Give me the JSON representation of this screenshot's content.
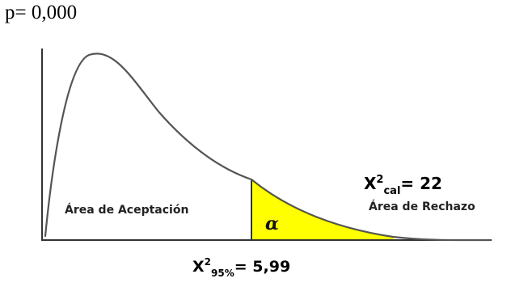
{
  "p_value_text": "p= 0,000",
  "regions": {
    "acceptance_label": "Área de Aceptación",
    "rejection_label": "Área de Rechazo",
    "alpha_symbol": "α"
  },
  "calculated": {
    "base": "X",
    "superscript": "2",
    "subscript": "cal",
    "value_text": "= 22"
  },
  "critical": {
    "base": "X",
    "superscript": "2",
    "subscript": "95%",
    "value_text": "= 5,99"
  },
  "colors": {
    "rejection_fill": "#ffff00",
    "curve": "#555555",
    "axes": "#333333"
  }
}
